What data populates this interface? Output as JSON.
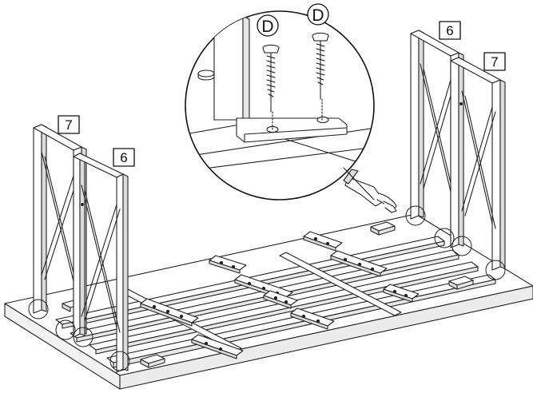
{
  "labels": {
    "leg_left_back": "7",
    "leg_left_front": "6",
    "leg_right_back": "6",
    "leg_right_front": "7"
  },
  "callout": {
    "screw_left": "D",
    "screw_right": "D"
  }
}
